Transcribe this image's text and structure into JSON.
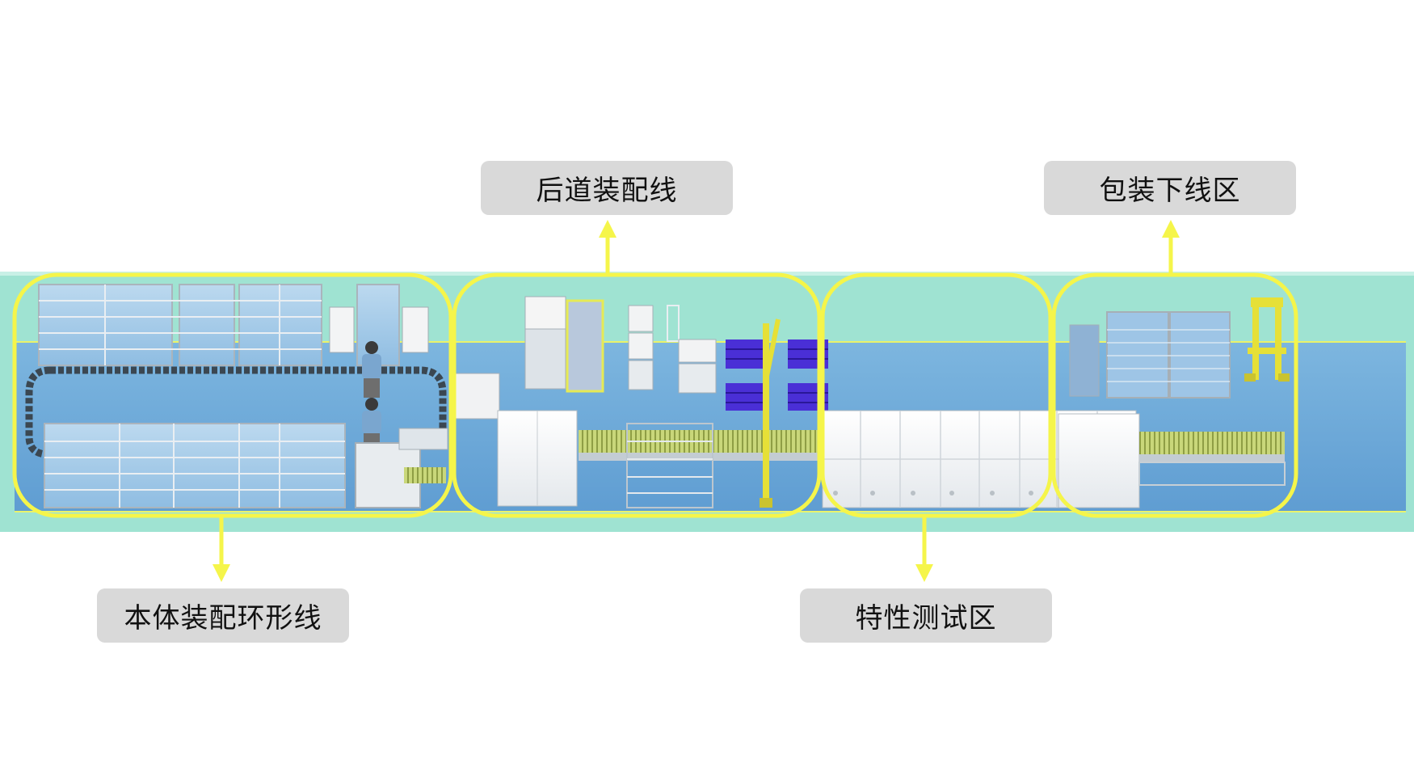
{
  "labels": {
    "rear_assembly_line": "后道装配线",
    "packaging_offline_area": "包装下线区",
    "body_assembly_ring_line": "本体装配环形线",
    "characteristic_test_area": "特性测试区"
  },
  "colors": {
    "floor_outer": "#9be3cf",
    "floor_inner": "#6fa9d8",
    "zone_outline": "#f5f54a",
    "arrow": "#f5f54a",
    "label_bg": "#d9d9d9",
    "pallet": "#4a2fd6"
  }
}
